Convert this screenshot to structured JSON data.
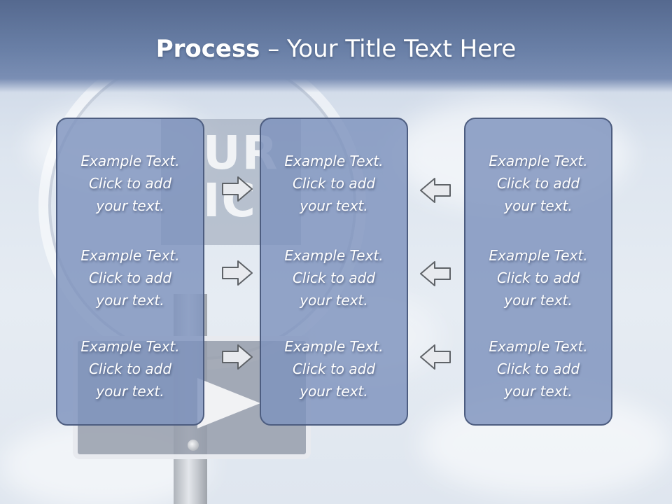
{
  "slide": {
    "title_bold": "Process",
    "title_rest": " – Your Title Text Here",
    "background_sign_text": [
      "UR",
      "IC"
    ],
    "colors": {
      "title_band": "#6a80a7",
      "box_fill": "#7e93bd",
      "box_border": "#4d5d80",
      "arrow_fill": "#e8eaee",
      "arrow_stroke": "#5f6368",
      "text": "#ffffff"
    }
  },
  "columns": [
    {
      "items": [
        {
          "line1": "Example Text.",
          "line2": "Click  to add",
          "line3": "your text."
        },
        {
          "line1": "Example Text.",
          "line2": "Click  to add",
          "line3": "your text."
        },
        {
          "line1": "Example Text.",
          "line2": "Click  to add",
          "line3": "your text."
        }
      ]
    },
    {
      "items": [
        {
          "line1": "Example Text.",
          "line2": "Click  to add",
          "line3": "your text."
        },
        {
          "line1": "Example Text.",
          "line2": "Click  to add",
          "line3": "your text."
        },
        {
          "line1": "Example Text.",
          "line2": "Click  to add",
          "line3": "your text."
        }
      ]
    },
    {
      "items": [
        {
          "line1": "Example Text.",
          "line2": "Click  to add",
          "line3": "your text."
        },
        {
          "line1": "Example Text.",
          "line2": "Click  to add",
          "line3": "your text."
        },
        {
          "line1": "Example Text.",
          "line2": "Click  to add",
          "line3": "your text."
        }
      ]
    }
  ],
  "arrows": {
    "left_group": [
      "arrow-right-icon",
      "arrow-right-icon",
      "arrow-right-icon"
    ],
    "right_group": [
      "arrow-left-icon",
      "arrow-left-icon",
      "arrow-left-icon"
    ]
  }
}
